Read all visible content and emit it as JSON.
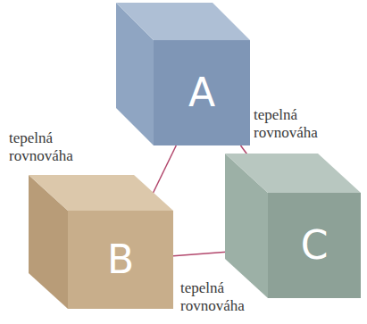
{
  "diagram": {
    "nodes": [
      {
        "text": [
          "A"
        ]
      },
      {
        "text": [
          "B"
        ]
      },
      {
        "text": [
          "C"
        ]
      }
    ],
    "edges": [
      {
        "from": 0,
        "to": 1,
        "arrow": "none",
        "label": "tepelná rovnováha"
      },
      {
        "from": 0,
        "to": 2,
        "arrow": "none",
        "label": "tepelná rovnováha"
      },
      {
        "from": 1,
        "to": 2,
        "arrow": "none",
        "label": "tepelná rovnováha"
      }
    ]
  }
}
